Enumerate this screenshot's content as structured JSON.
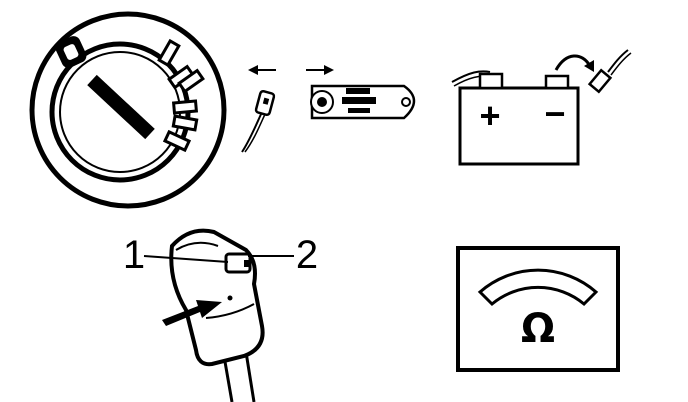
{
  "colors": {
    "ink": "#000000",
    "paper": "#ffffff"
  },
  "labels": {
    "callout_1": "1",
    "callout_2": "2"
  },
  "meter": {
    "unit_symbol": "Ω"
  },
  "battery": {
    "positive_symbol": "+",
    "negative_symbol": "−"
  },
  "icons": [
    "light-switch-dial-icon",
    "arrow-left-icon",
    "arrow-right-icon",
    "connector-plug-icon",
    "bulb-holder-plate-icon",
    "battery-icon",
    "battery-cable-clip-icon",
    "switch-housing-icon",
    "pointer-arrow-icon",
    "ohmmeter-icon"
  ]
}
